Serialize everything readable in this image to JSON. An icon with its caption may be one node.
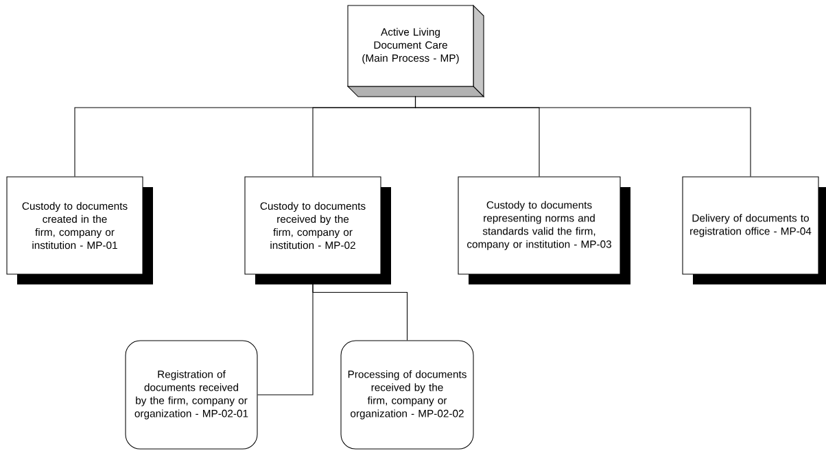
{
  "diagram": {
    "nodes": [
      {
        "text": [
          "Active Living Document Care (Main Process - MP)"
        ]
      },
      {
        "text": [
          "Custody to documents created in the firm, company or institution - MP-01"
        ]
      },
      {
        "text": [
          "Custody to documents received by the firm, company or institution - MP-02"
        ]
      },
      {
        "text": [
          "Custody to documents representing norms and standards valid the firm, company or institution - MP-03"
        ]
      },
      {
        "text": [
          "Delivery of documents to registration office - MP-04"
        ]
      },
      {
        "text": [
          "Registration of documents received by the firm, company or organization - MP-02-01"
        ]
      },
      {
        "text": [
          "Processing of documents received by the firm, company or organization - MP-02-02"
        ]
      }
    ],
    "edges": [
      {
        "from": 0,
        "to": 1,
        "arrow": "none"
      },
      {
        "from": 0,
        "to": 2,
        "arrow": "none"
      },
      {
        "from": 0,
        "to": 3,
        "arrow": "none"
      },
      {
        "from": 0,
        "to": 4,
        "arrow": "none"
      },
      {
        "from": 2,
        "to": 5,
        "arrow": "none"
      },
      {
        "from": 2,
        "to": 6,
        "arrow": "none"
      }
    ]
  }
}
